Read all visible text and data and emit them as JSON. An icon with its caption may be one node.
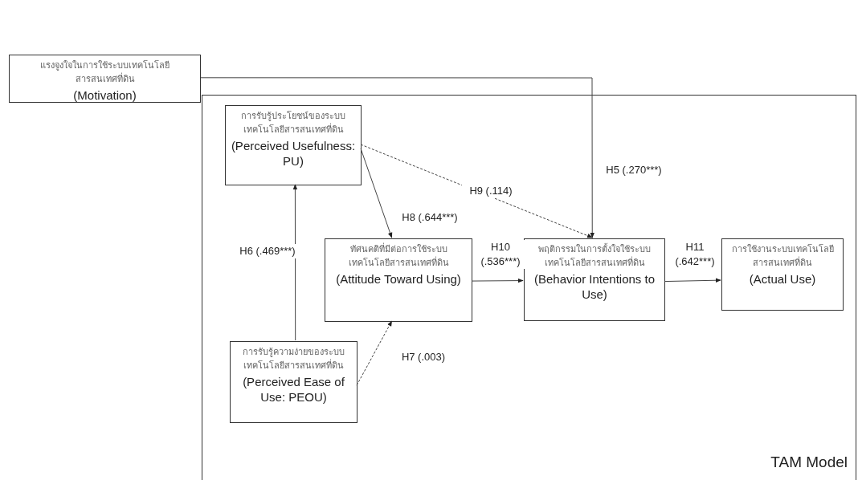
{
  "diagram": {
    "nodes": [
      {
        "text": [
          "แรงจูงใจในการใช้ระบบเทคโนโลยีสารสนเทศที่ดิน",
          "(Motivation)"
        ]
      },
      {
        "text": [
          "TAM Model"
        ]
      },
      {
        "text": [
          "การรับรู้ประโยชน์ของระบบเทคโนโลยีสารสนเทศที่ดิน",
          "(Perceived Usefulness: PU)"
        ],
        "in": 1
      },
      {
        "text": [
          "ทัศนคติที่มีต่อการใช้ระบบเทคโนโลยีสารสนเทศที่ดิน",
          "(Attitude Toward Using)"
        ],
        "in": 1
      },
      {
        "text": [
          "พฤติกรรมในการตั้งใจใช้ระบบเทคโนโลยีสารสนเทศที่ดิน",
          "(Behavior Intentions to Use)"
        ],
        "in": 1
      },
      {
        "text": [
          "การใช้งานระบบเทคโนโลยีสารสนเทศที่ดิน",
          "(Actual Use)"
        ],
        "in": 1
      },
      {
        "text": [
          "การรับรู้ความง่ายของระบบเทคโนโลยีสารสนเทศที่ดิน",
          "(Perceived Ease of Use: PEOU)"
        ],
        "in": 1
      }
    ],
    "edges": [
      {
        "from": 0,
        "to": 4,
        "arrow": "to",
        "label": "H5 (.270***)"
      },
      {
        "from": 2,
        "to": 3,
        "arrow": "to",
        "label": "H8 (.644***)"
      },
      {
        "from": 2,
        "to": 4,
        "arrow": "to",
        "label": "H9 (.114)",
        "style": "dashed"
      },
      {
        "from": 3,
        "to": 4,
        "arrow": "to",
        "label": "H10 (.536***)"
      },
      {
        "from": 4,
        "to": 5,
        "arrow": "to",
        "label": "H11 (.642***)"
      },
      {
        "from": 6,
        "to": 2,
        "arrow": "to",
        "label": "H6 (.469***)"
      },
      {
        "from": 6,
        "to": 3,
        "arrow": "to",
        "label": "H7 (.003)",
        "style": "dashed"
      }
    ]
  }
}
